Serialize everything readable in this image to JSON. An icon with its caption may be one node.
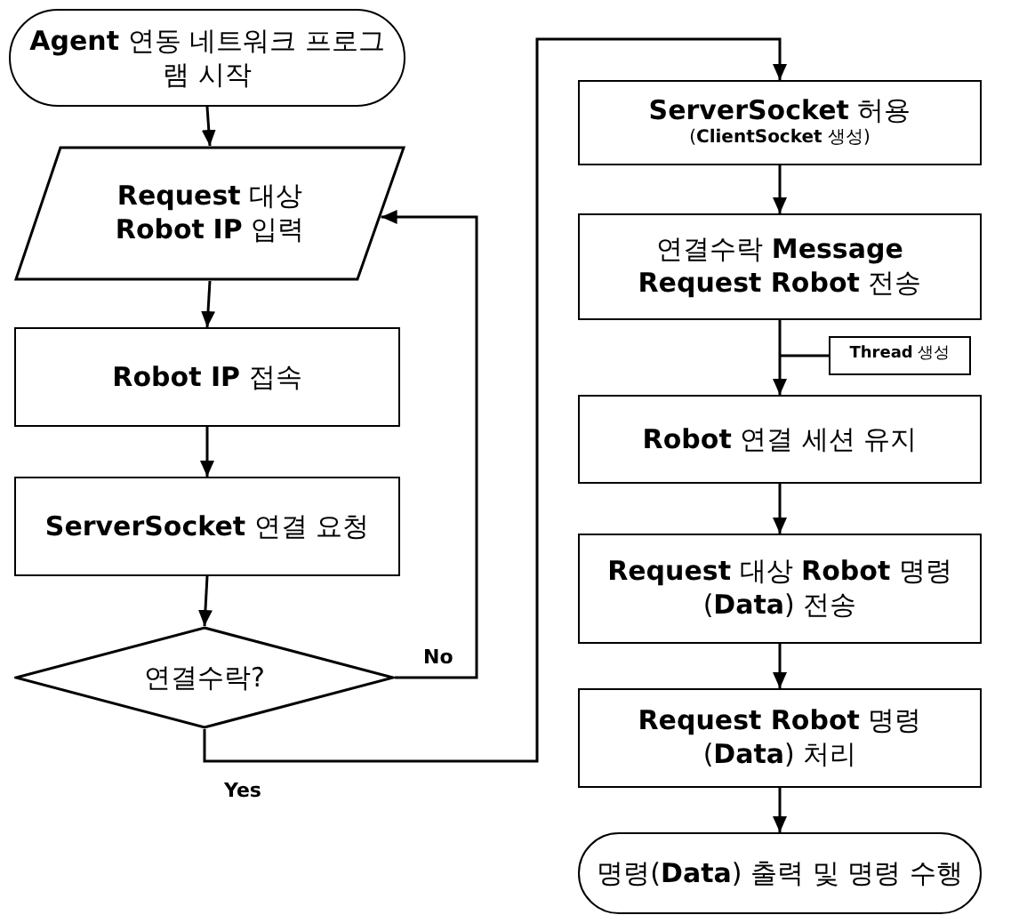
{
  "diagram": {
    "nodes": [
      {
        "text": [
          "**Agent** 연동 네트워크 프로그램 시작"
        ]
      },
      {
        "text": [
          "**Request** 대상 **Robot** **IP** 입력"
        ]
      },
      {
        "text": [
          "**Robot IP** 접속"
        ]
      },
      {
        "text": [
          "**ServerSocket** 연결 요청"
        ]
      },
      {
        "text": [
          "연결수락?"
        ]
      },
      {
        "text": [
          "**ServerSocket** 허용",
          "(**ClientSocket** 생성)"
        ]
      },
      {
        "text": [
          "연결수락 **Message Request Robot** 전송"
        ]
      },
      {
        "text": [
          "**Thread** 생성"
        ]
      },
      {
        "text": [
          "**Robot** 연결 세션 유지"
        ]
      },
      {
        "text": [
          "**Request** 대상 **Robot** 명령(**Data**) 전송"
        ]
      },
      {
        "text": [
          "**Request Robot** 명령(**Data**) 처리"
        ]
      },
      {
        "text": [
          "명령(**Data**) 출력 및 명령 수행"
        ]
      }
    ],
    "edges": [
      {
        "from": 0,
        "to": 1,
        "arrow": "to"
      },
      {
        "from": 1,
        "to": 2,
        "arrow": "to"
      },
      {
        "from": 2,
        "to": 3,
        "arrow": "to"
      },
      {
        "from": 3,
        "to": 4,
        "arrow": "to"
      },
      {
        "from": 4,
        "to": 1,
        "arrow": "to",
        "label": "No"
      },
      {
        "from": 4,
        "to": 5,
        "arrow": "to",
        "label": "Yes"
      },
      {
        "from": 5,
        "to": 6,
        "arrow": "to"
      },
      {
        "from": 6,
        "to": 8,
        "arrow": "to"
      },
      {
        "from": 7,
        "to": null,
        "arrow": "none"
      },
      {
        "from": 8,
        "to": 9,
        "arrow": "to"
      },
      {
        "from": 9,
        "to": 10,
        "arrow": "to"
      },
      {
        "from": 10,
        "to": 11,
        "arrow": "to"
      }
    ]
  }
}
